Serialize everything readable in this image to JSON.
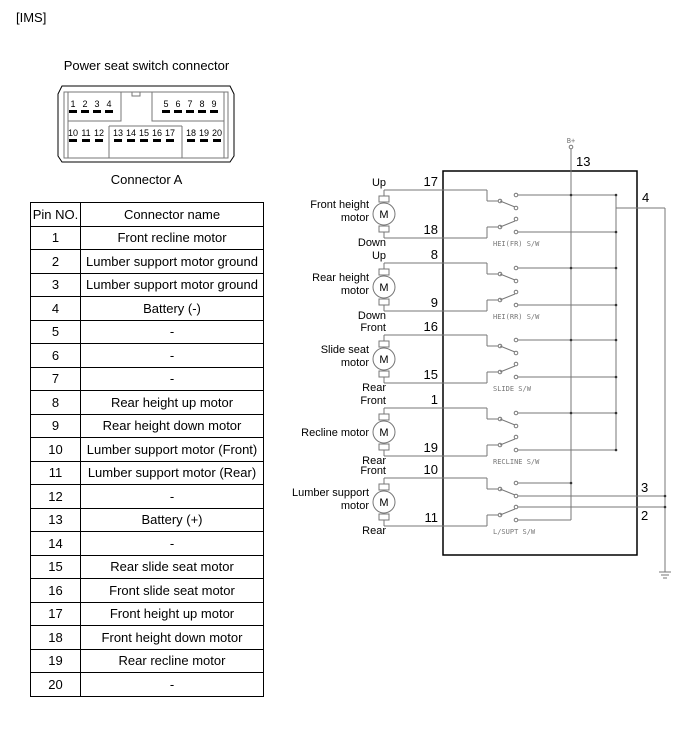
{
  "header": "[IMS]",
  "connector": {
    "title": "Power seat switch connector",
    "label": "Connector A",
    "top_left_pins": [
      "1",
      "2",
      "3",
      "4"
    ],
    "top_right_pins": [
      "5",
      "6",
      "7",
      "8",
      "9"
    ],
    "bottom_left_pins": [
      "10",
      "11",
      "12"
    ],
    "bottom_mid_pins": [
      "13",
      "14",
      "15",
      "16",
      "17"
    ],
    "bottom_right_pins": [
      "18",
      "19",
      "20"
    ]
  },
  "table": {
    "headers": [
      "Pin NO.",
      "Connector name"
    ],
    "rows": [
      [
        "1",
        "Front recline motor"
      ],
      [
        "2",
        "Lumber support motor ground"
      ],
      [
        "3",
        "Lumber support motor ground"
      ],
      [
        "4",
        "Battery (-)"
      ],
      [
        "5",
        "-"
      ],
      [
        "6",
        "-"
      ],
      [
        "7",
        "-"
      ],
      [
        "8",
        "Rear height up motor"
      ],
      [
        "9",
        "Rear height down motor"
      ],
      [
        "10",
        "Lumber support motor (Front)"
      ],
      [
        "11",
        "Lumber support motor (Rear)"
      ],
      [
        "12",
        "-"
      ],
      [
        "13",
        "Battery (+)"
      ],
      [
        "14",
        "-"
      ],
      [
        "15",
        "Rear slide seat motor"
      ],
      [
        "16",
        "Front slide seat motor"
      ],
      [
        "17",
        "Front height up motor"
      ],
      [
        "18",
        "Front height down motor"
      ],
      [
        "19",
        "Rear recline motor"
      ],
      [
        "20",
        "-"
      ]
    ]
  },
  "schematic": {
    "bplus": "B+",
    "pin_13": "13",
    "pin_4": "4",
    "pin_3": "3",
    "pin_2": "2",
    "motor_symbol": "M",
    "groups": [
      {
        "name": [
          "Front height",
          "motor"
        ],
        "top": "Up",
        "bottom": "Down",
        "pin_top": "17",
        "pin_bottom": "18",
        "switch": "HEI(FR) S/W"
      },
      {
        "name": [
          "Rear height",
          "motor"
        ],
        "top": "Up",
        "bottom": "Down",
        "pin_top": "8",
        "pin_bottom": "9",
        "switch": "HEI(RR) S/W"
      },
      {
        "name": [
          "Slide seat",
          "motor"
        ],
        "top": "Front",
        "bottom": "Rear",
        "pin_top": "16",
        "pin_bottom": "15",
        "switch": "SLIDE S/W"
      },
      {
        "name": [
          "Recline motor"
        ],
        "top": "Front",
        "bottom": "Rear",
        "pin_top": "1",
        "pin_bottom": "19",
        "switch": "RECLINE S/W"
      },
      {
        "name": [
          "Lumber support",
          "motor"
        ],
        "top": "Front",
        "bottom": "Rear",
        "pin_top": "10",
        "pin_bottom": "11",
        "switch": "L/SUPT S/W"
      }
    ]
  }
}
